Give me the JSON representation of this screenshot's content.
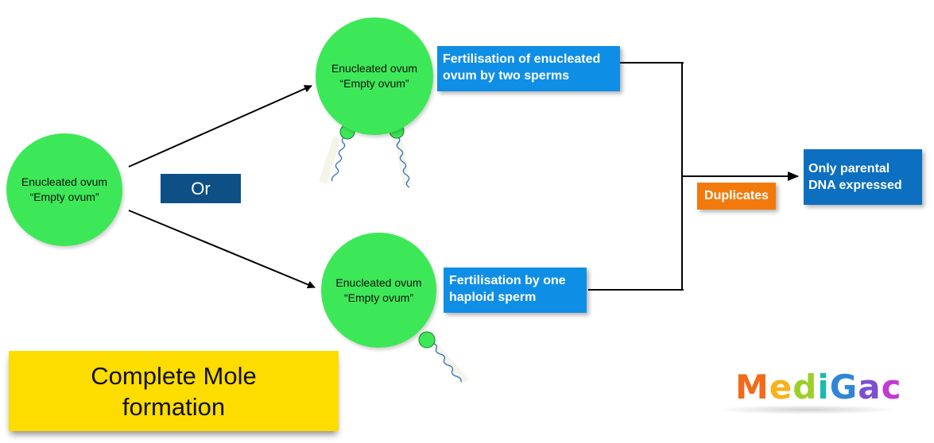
{
  "circles": {
    "left": {
      "line1": "Enucleated ovum",
      "line2": "“Empty ovum”"
    },
    "top": {
      "line1": "Enucleated ovum",
      "line2": "“Empty ovum”"
    },
    "bottom": {
      "line1": "Enucleated ovum",
      "line2": "“Empty ovum”"
    }
  },
  "boxes": {
    "top_text": {
      "line1": "Fertilisation of enucleated",
      "line2": "ovum by two sperms"
    },
    "bottom_text": {
      "line1": "Fertilisation by one",
      "line2": "haploid sperm"
    },
    "result": {
      "line1": "Only parental",
      "line2": "DNA expressed"
    },
    "or": "Or",
    "duplicates": "Duplicates"
  },
  "caption": {
    "line1": "Complete Mole",
    "line2": "formation"
  },
  "logo": {
    "letters": [
      "M",
      "e",
      "d",
      "i",
      "G",
      "a",
      "c"
    ],
    "colors": [
      "#f26a1b",
      "#f7b11a",
      "#9ccf2a",
      "#1fb8b0",
      "#2f86d6",
      "#7b4fd1",
      "#c23ad0"
    ]
  },
  "colors": {
    "circle_green": "#3de858",
    "box_blue": "#0f8ee6",
    "result_blue": "#0d6fc0",
    "or_navy": "#0e4f86",
    "duplicates_orange": "#f27a0c",
    "caption_yellow": "#fddc00"
  }
}
